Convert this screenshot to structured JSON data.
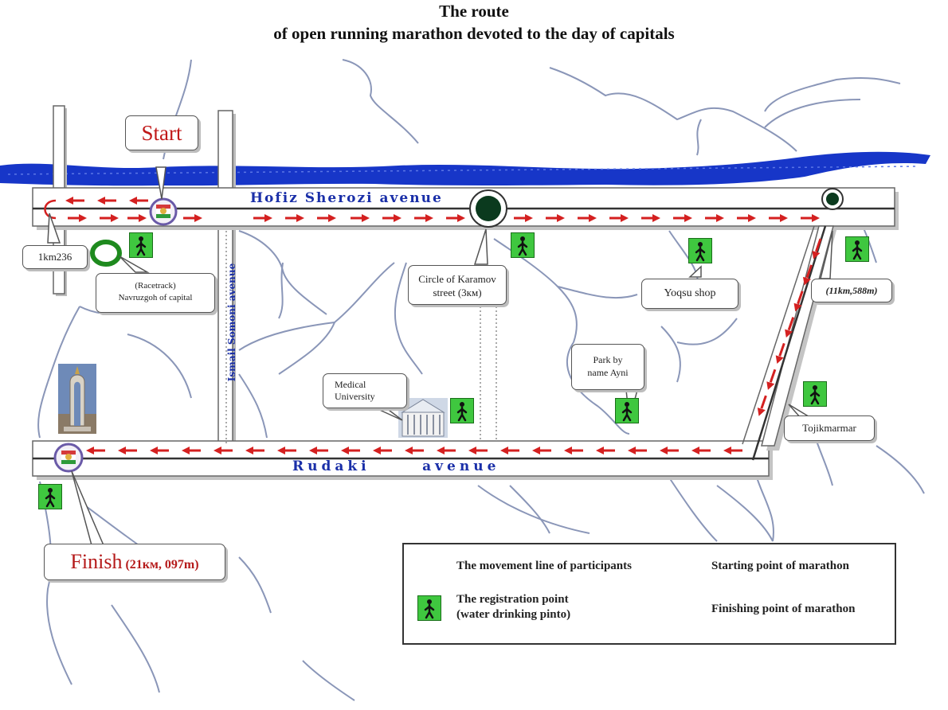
{
  "title": {
    "line1": "The route",
    "line2": "of open running marathon devoted to the day of capitals"
  },
  "avenues": {
    "hofiz": "Hofiz Sherozi avenue",
    "rudaki": "Rudaki      avenue",
    "somoni": "Ismail Somoni avenue"
  },
  "labels": {
    "start": "Start",
    "finish_main": "Finish",
    "finish_detail": "(21км, 097m)",
    "km1": "1km236",
    "racetrack_line1": "(Racetrack)",
    "racetrack_line2": "Navruzgoh of capital",
    "circle_line1": "Circle of Karamov",
    "circle_line2": "street (3км)",
    "yoqsu": "Yoqsu shop",
    "km11": "(11km,588m)",
    "park_line1": "Park by",
    "park_line2": "name Ayni",
    "medical_line1": "Medical",
    "medical_line2": "University",
    "tojik": "Tojikmarmar"
  },
  "legend": {
    "movement": "The movement line of participants",
    "starting": "Starting point of marathon",
    "registration_line1": "The registration point",
    "registration_line2": "(water drinking pinto)",
    "finishing": "Finishing point of marathon"
  },
  "colors": {
    "river": "#1736c8",
    "arrow": "#d42020",
    "avenue_text": "#1a2fa8",
    "registration": "#3fc73f"
  },
  "icons": [
    "runner-icon",
    "marathon-emblem-icon",
    "monument-icon",
    "university-building-icon",
    "circle-marker-icon"
  ]
}
